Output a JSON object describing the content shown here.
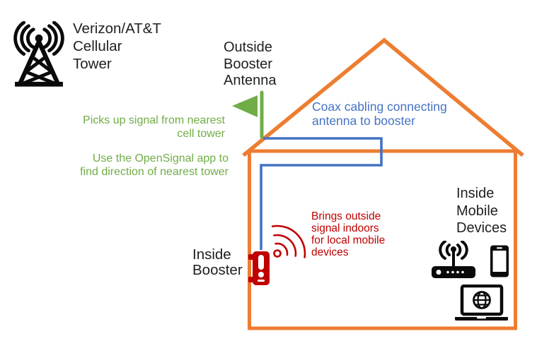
{
  "colors": {
    "orange_house": "#ED7D31",
    "blue_cable": "#4472C4",
    "green_antenna": "#70AD47",
    "red_booster": "#C00000",
    "ink_text": "#1f1f1f"
  },
  "tower": {
    "icon": "cell-tower-icon",
    "label": "Verizon/AT&T\nCellular\nTower"
  },
  "antenna": {
    "icon": "antenna-flag-icon",
    "label": "Outside\nBooster\nAntenna"
  },
  "house": {
    "icon": "house-outline"
  },
  "cable": {
    "icon": "coax-cable-line"
  },
  "notes": {
    "pickup": "Picks up signal from nearest\ncell tower",
    "opensignal": "Use the OpenSignal app to\nfind direction of nearest tower",
    "coax": "Coax cabling connecting\nantenna to booster",
    "indoors": "Brings outside\nsignal indoors\nfor local mobile\ndevices"
  },
  "booster": {
    "icon": "booster-icon",
    "waves_icon": "booster-signal-waves",
    "label": "Inside\nBooster"
  },
  "devices": {
    "label": "Inside\nMobile\nDevices",
    "icons": [
      "wifi-router-icon",
      "smartphone-icon",
      "laptop-icon"
    ]
  }
}
